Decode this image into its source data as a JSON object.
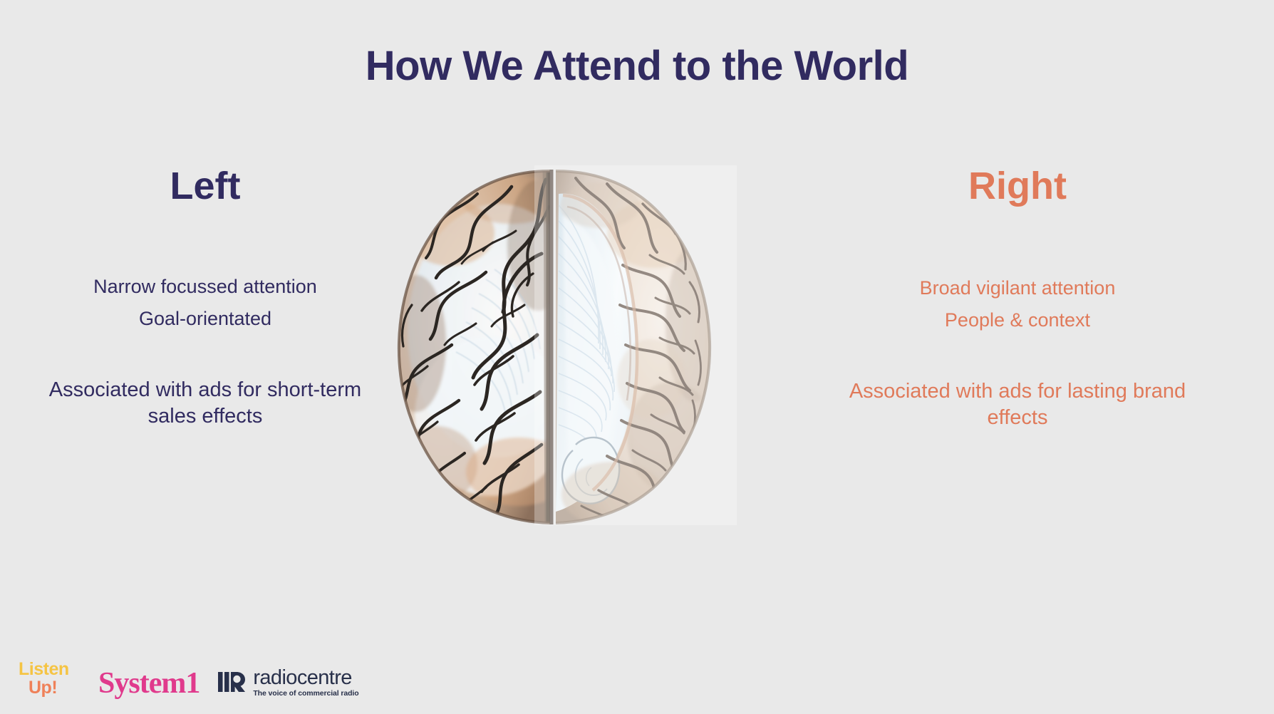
{
  "slide": {
    "background_color": "#e9e9e9",
    "title": "How We Attend to the World"
  },
  "colors": {
    "left_accent": "#312b60",
    "right_accent": "#e07a5a",
    "listen_yellow": "#f5c444",
    "up_coral": "#ef8159",
    "system1_pink": "#e03a8c",
    "radiocentre_navy": "#28304a"
  },
  "left_column": {
    "heading": "Left",
    "lines": [
      "Narrow focussed attention",
      "Goal-orientated"
    ],
    "paragraph": "Associated with ads for short-term sales effects"
  },
  "right_column": {
    "heading": "Right",
    "lines": [
      "Broad vigilant attention",
      "People & context"
    ],
    "paragraph": "Associated with ads for lasting brand effects"
  },
  "illustration": {
    "name": "brain-top-view-watercolor",
    "description": "Watercolor anatomical illustration of a human brain viewed from above, left hemisphere with dark sulci outlines, right hemisphere lighter with white matter fan"
  },
  "logos": {
    "listen_up": {
      "line1": "Listen",
      "line2": "Up!"
    },
    "system1": "System1",
    "radiocentre": {
      "wordmark": "radiocentre",
      "tagline": "The voice of commercial radio"
    }
  }
}
